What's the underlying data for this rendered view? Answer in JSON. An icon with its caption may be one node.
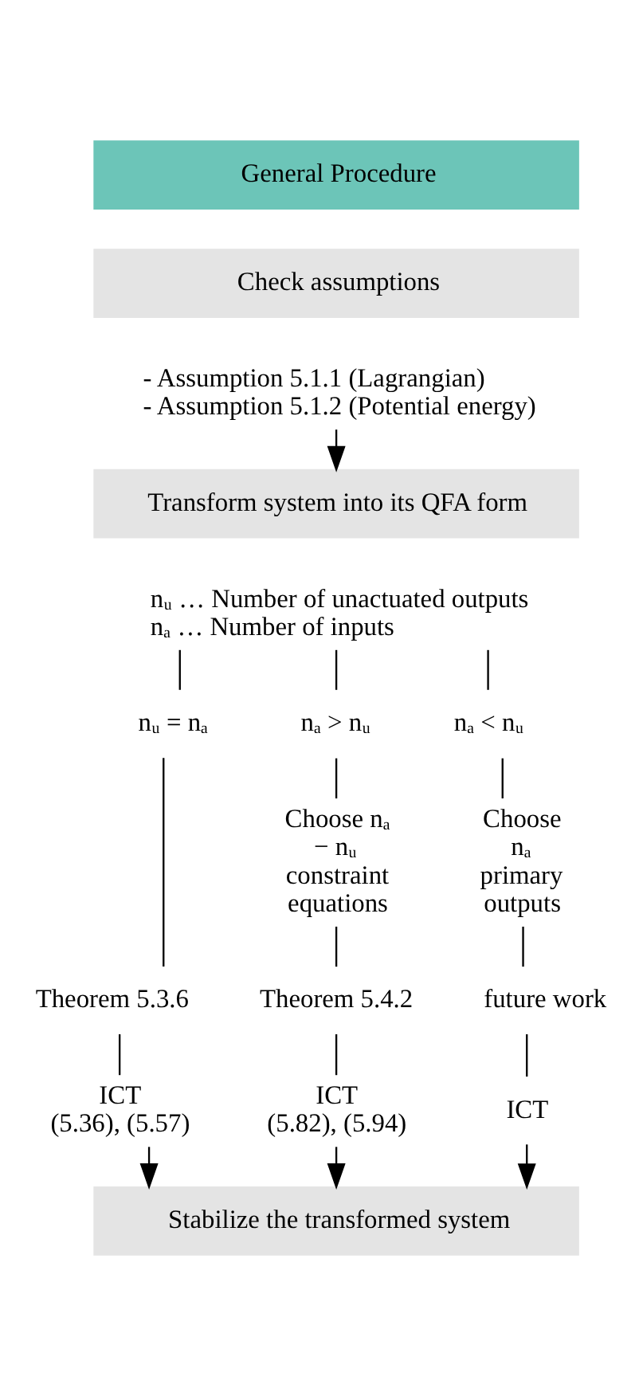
{
  "diagram": {
    "nodes": [
      {
        "text": [
          "General Procedure"
        ]
      },
      {
        "text": [
          "Check assumptions"
        ]
      },
      {
        "text": [
          "- Assumption 5.1.1 (Lagrangian)",
          "- Assumption 5.1.2 (Potential energy)"
        ]
      },
      {
        "text": [
          "Transform system into its QFA form"
        ]
      },
      {
        "text": [
          "nᵤ … Number of unactuated outputs",
          "nₐ … Number of inputs"
        ]
      },
      {
        "text": [
          "nᵤ = nₐ"
        ]
      },
      {
        "text": [
          "nₐ > nᵤ"
        ]
      },
      {
        "text": [
          "nₐ < nᵤ"
        ]
      },
      {
        "text": [
          "Choose nₐ − nᵤ constraint equations"
        ]
      },
      {
        "text": [
          "Choose nₐ primary outputs"
        ]
      },
      {
        "text": [
          "Theorem 5.3.6"
        ]
      },
      {
        "text": [
          "Theorem 5.4.2"
        ]
      },
      {
        "text": [
          "future work"
        ]
      },
      {
        "text": [
          "ICT (5.36), (5.57)"
        ]
      },
      {
        "text": [
          "ICT (5.82), (5.94)"
        ]
      },
      {
        "text": [
          "ICT"
        ]
      },
      {
        "text": [
          "Stabilize the transformed system"
        ]
      }
    ],
    "edges": [
      {
        "from": 2,
        "to": 3,
        "arrow": "to"
      },
      {
        "from": 4,
        "to": 5,
        "arrow": "none"
      },
      {
        "from": 4,
        "to": 6,
        "arrow": "none"
      },
      {
        "from": 4,
        "to": 7,
        "arrow": "none"
      },
      {
        "from": 5,
        "to": 10,
        "arrow": "none"
      },
      {
        "from": 6,
        "to": 8,
        "arrow": "none"
      },
      {
        "from": 7,
        "to": 9,
        "arrow": "none"
      },
      {
        "from": 8,
        "to": 11,
        "arrow": "none"
      },
      {
        "from": 9,
        "to": 12,
        "arrow": "none"
      },
      {
        "from": 10,
        "to": 13,
        "arrow": "none"
      },
      {
        "from": 11,
        "to": 14,
        "arrow": "none"
      },
      {
        "from": 12,
        "to": 15,
        "arrow": "none"
      },
      {
        "from": 13,
        "to": 16,
        "arrow": "to"
      },
      {
        "from": 14,
        "to": 16,
        "arrow": "to"
      },
      {
        "from": 15,
        "to": 16,
        "arrow": "to"
      }
    ]
  }
}
